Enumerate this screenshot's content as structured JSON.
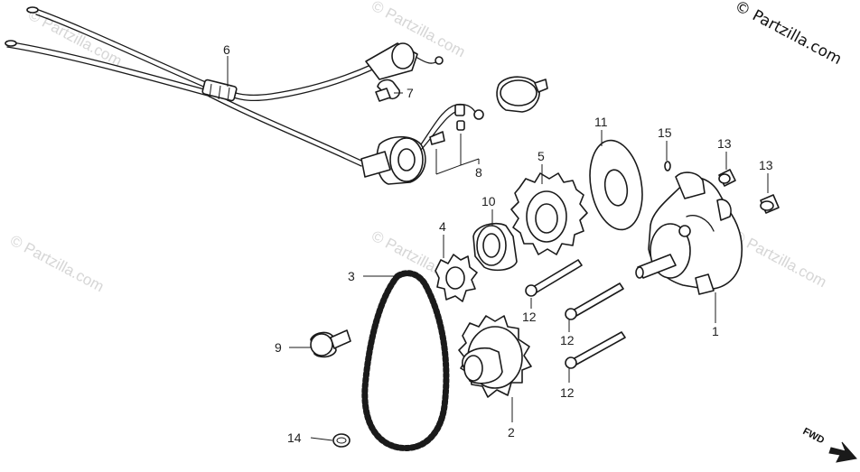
{
  "copyright": "© Partzilla.com",
  "watermark": "© Partzilla.com",
  "fwd_label": "FWD",
  "callouts": {
    "c1": "1",
    "c2": "2",
    "c3": "3",
    "c4": "4",
    "c5": "5",
    "c6": "6",
    "c7": "7",
    "c8": "8",
    "c9": "9",
    "c10": "10",
    "c11": "11",
    "c12a": "12",
    "c12b": "12",
    "c12c": "12",
    "c13a": "13",
    "c13b": "13",
    "c14": "14",
    "c15": "15"
  }
}
